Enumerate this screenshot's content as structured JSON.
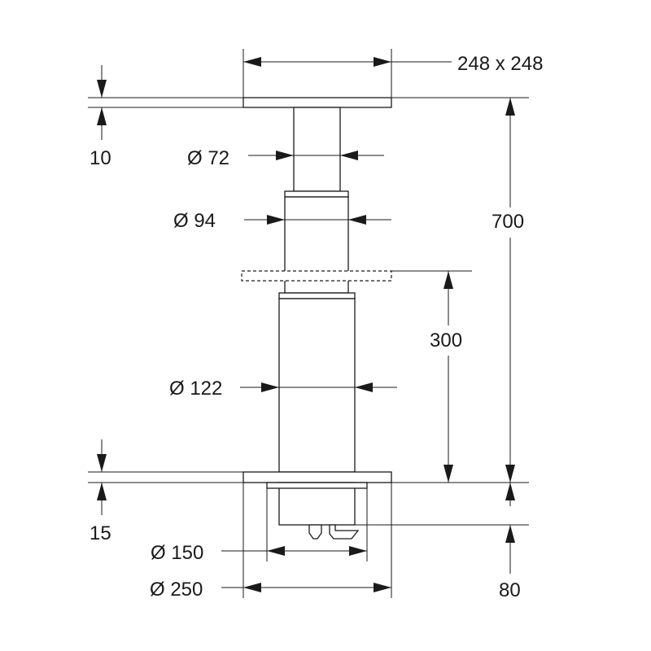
{
  "drawing": {
    "line_color": "#1a1a1a",
    "background": "#ffffff",
    "labels": {
      "top_plate": "248 x 248",
      "top_plate_thickness": "10",
      "dia_inner_tube": "Ø 72",
      "dia_middle_tube": "Ø 94",
      "dia_outer_tube": "Ø 122",
      "total_height": "700",
      "stroke": "300",
      "base_plate_thickness": "15",
      "dia_spigot": "Ø 150",
      "dia_base_plate": "Ø 250",
      "below_base_depth": "80"
    }
  }
}
